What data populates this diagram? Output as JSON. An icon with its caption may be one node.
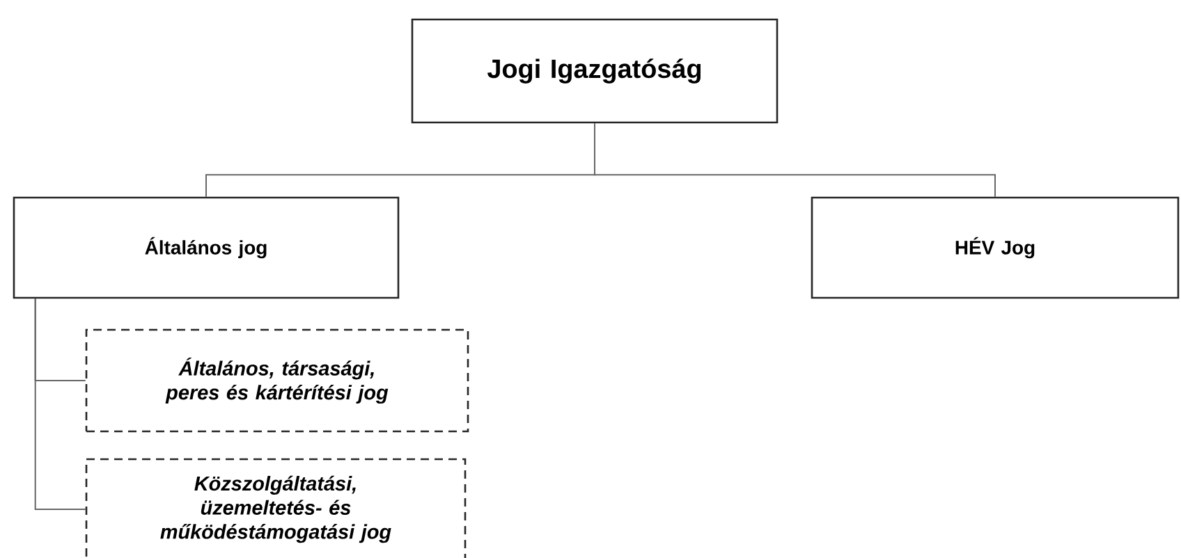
{
  "diagram": {
    "nodes": [
      {
        "text": [
          "Jogi Igazgatóság"
        ]
      },
      {
        "text": [
          "Általános jog"
        ]
      },
      {
        "text": [
          "HÉV Jog"
        ]
      },
      {
        "text": [
          "Általános, társasági, peres és kártérítési jog"
        ]
      },
      {
        "text": [
          "Közszolgáltatási, üzemeltetés- és működéstámogatási jog"
        ]
      }
    ],
    "edges": [
      {
        "from": 0,
        "to": 1,
        "arrow": "none"
      },
      {
        "from": 0,
        "to": 2,
        "arrow": "none"
      },
      {
        "from": 1,
        "to": 3,
        "arrow": "none"
      },
      {
        "from": 1,
        "to": 4,
        "arrow": "none"
      }
    ]
  }
}
